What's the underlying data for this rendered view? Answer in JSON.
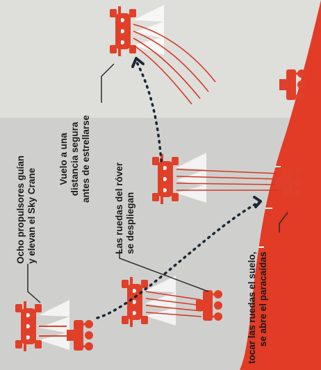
{
  "colors": {
    "background": "#cfd0cd",
    "page_top": "#e4e4e1",
    "vehicle": "#e0402a",
    "ground": "#e23b26",
    "path": "#1c2733",
    "leader": "#2a2a2a",
    "plume": "#ffffff"
  },
  "labels": {
    "thrusters": [
      "Ocho propulsores guían",
      "y elevan el Sky Crane"
    ],
    "flyaway": [
      "Vuelo a una",
      "distancia segura",
      "antes de estrellarse"
    ],
    "wheels_deploy": [
      "Las ruedas del róver",
      "se despliegan"
    ],
    "touchdown": [
      "tocar las ruedas el suelo,",
      "se abre el paracaídas"
    ]
  },
  "icons": [
    "sky-crane-icon",
    "rover-icon",
    "arrow-icon",
    "parachute-cords-icon"
  ]
}
